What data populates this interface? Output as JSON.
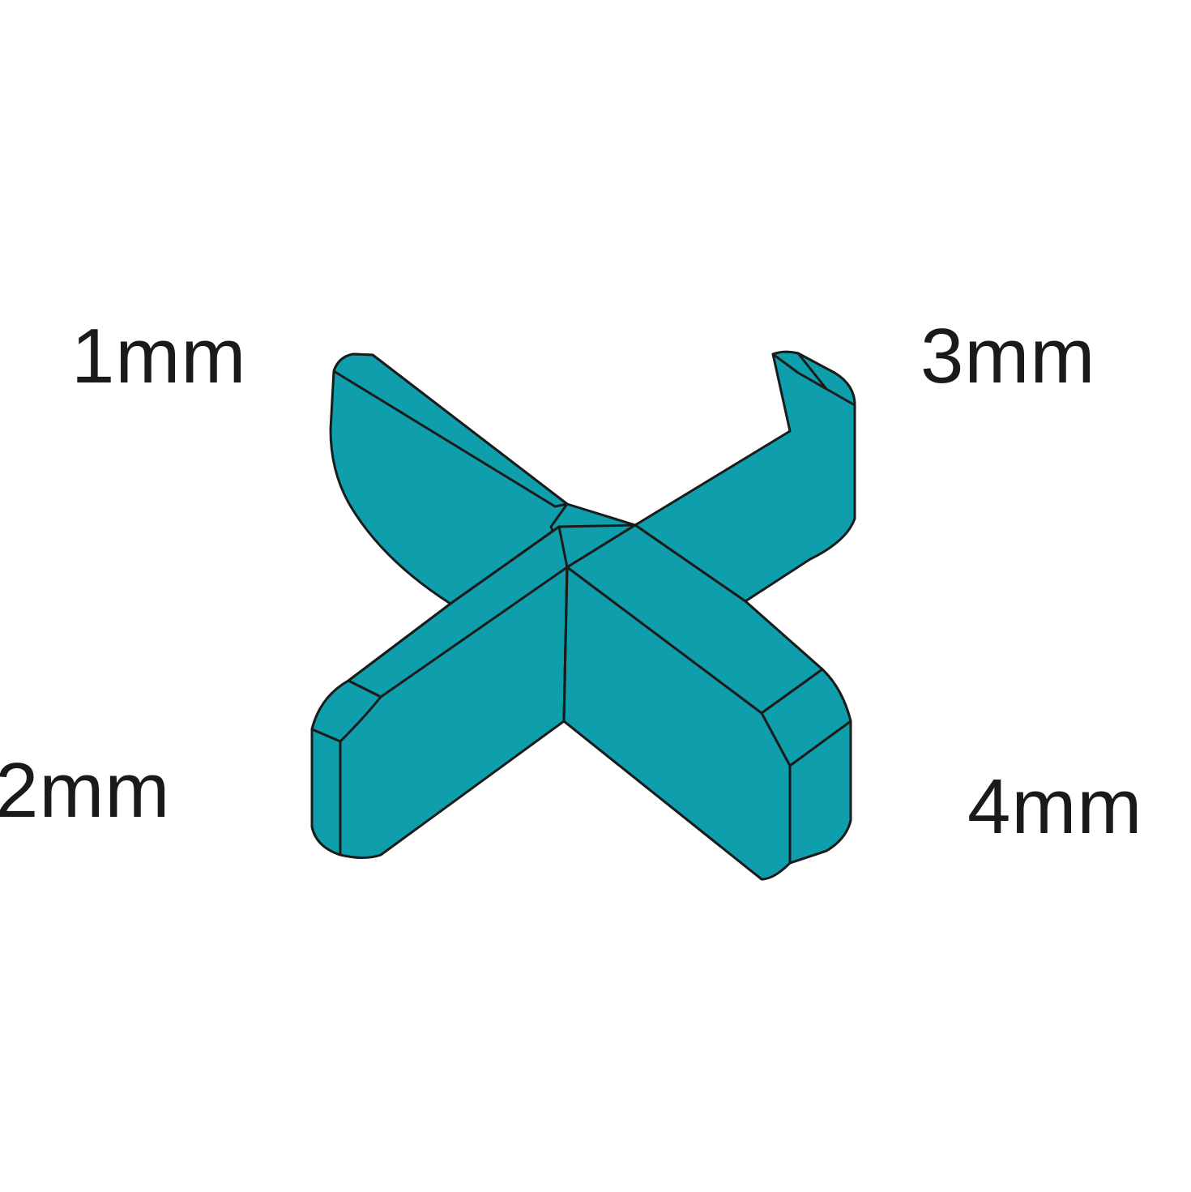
{
  "labels": {
    "top_left": "1mm",
    "top_right": "3mm",
    "bottom_left": "2mm",
    "bottom_right": "4mm"
  },
  "colors": {
    "spacer_fill": "#0f9eab",
    "outline": "#1b1b1b",
    "background": "#ffffff",
    "text": "#1a1a1a"
  },
  "icon": "tile-spacer-cross-icon"
}
